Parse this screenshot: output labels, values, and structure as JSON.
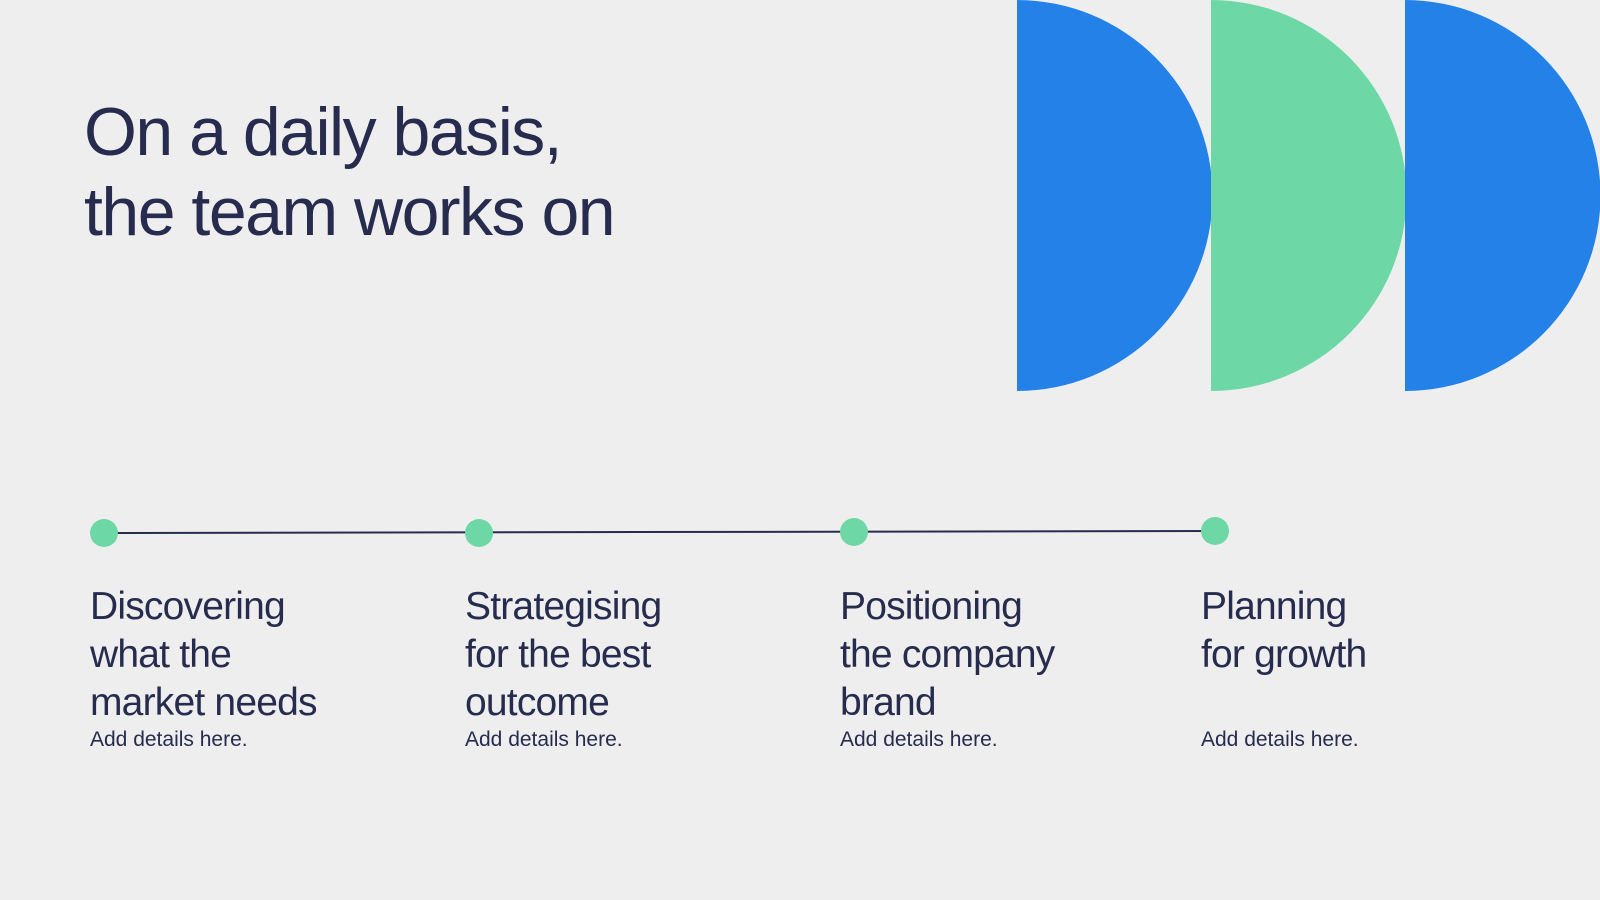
{
  "title": {
    "line1": "On a daily basis,",
    "line2": "the team works on"
  },
  "colors": {
    "background": "#eeeeee",
    "text": "#272c4f",
    "blue": "#2381e8",
    "green": "#6dd8a6",
    "line": "#272c4f"
  },
  "shapes": [
    {
      "name": "half-circle-blue-1",
      "color": "#2381e8"
    },
    {
      "name": "half-circle-green",
      "color": "#6dd8a6"
    },
    {
      "name": "half-circle-blue-2",
      "color": "#2381e8"
    }
  ],
  "steps": [
    {
      "heading_lines": [
        "Discovering",
        "what the",
        "market needs"
      ],
      "detail": "Add details here."
    },
    {
      "heading_lines": [
        "Strategising",
        "for the best",
        "outcome"
      ],
      "detail": "Add details here."
    },
    {
      "heading_lines": [
        "Positioning",
        "the company",
        "brand"
      ],
      "detail": "Add details here."
    },
    {
      "heading_lines": [
        "Planning",
        "for growth"
      ],
      "detail": "Add details here."
    }
  ]
}
